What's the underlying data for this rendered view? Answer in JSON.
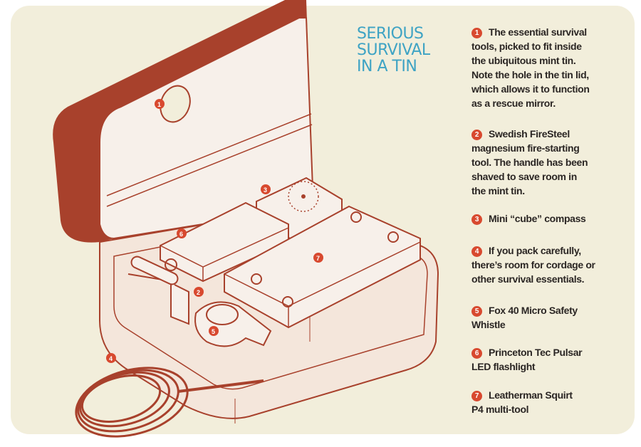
{
  "title": [
    "SERIOUS",
    "SURVIVAL",
    "IN A TIN"
  ],
  "colors": {
    "accent": "#3ea3c4",
    "tin": "#a8412c",
    "marker": "#d8492f",
    "background": "#f2eedb"
  },
  "items": [
    {
      "num": "1",
      "lines": [
        "The essential survival",
        "tools, picked to fit inside",
        "the ubiquitous mint tin.",
        "Note the hole in the tin lid,",
        "which allows it to function",
        "as a rescue mirror."
      ]
    },
    {
      "num": "2",
      "lines": [
        "Swedish FireSteel",
        "magnesium fire-starting",
        "tool. The handle has been",
        "shaved to save room in",
        "the mint tin."
      ]
    },
    {
      "num": "3",
      "lines": [
        "Mini “cube” compass"
      ]
    },
    {
      "num": "4",
      "lines": [
        "If you pack carefully,",
        "there’s room for cordage or",
        "other survival essentials."
      ]
    },
    {
      "num": "5",
      "lines": [
        "Fox 40 Micro Safety",
        "Whistle"
      ]
    },
    {
      "num": "6",
      "lines": [
        "Princeton Tec Pulsar",
        "LED flashlight"
      ]
    },
    {
      "num": "7",
      "lines": [
        "Leatherman Squirt",
        "P4 multi-tool"
      ]
    }
  ]
}
